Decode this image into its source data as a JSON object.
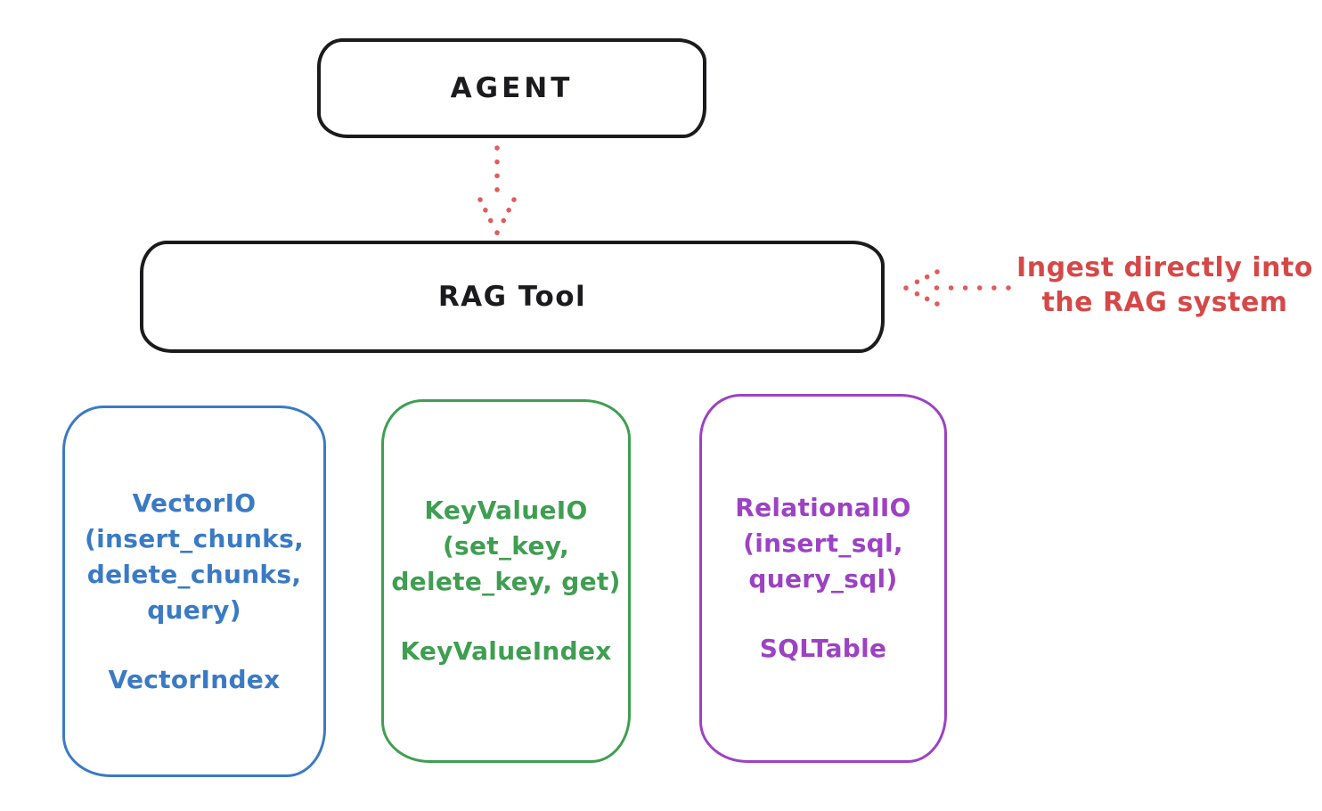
{
  "diagram": {
    "background": "#ffffff",
    "ink_color": "#1b1b1e",
    "nodes": {
      "agent": {
        "label": "AGENT",
        "color": "#1b1b1e"
      },
      "rag_tool": {
        "label": "RAG Tool",
        "color": "#1b1b1e"
      },
      "vector_io": {
        "lines": [
          "VectorIO",
          "(insert_chunks,",
          "delete_chunks,",
          "query)"
        ],
        "footer": "VectorIndex",
        "color": "#3a7ac5"
      },
      "key_value_io": {
        "lines": [
          "KeyValueIO",
          "(set_key,",
          "delete_key, get)"
        ],
        "footer": "KeyValueIndex",
        "color": "#3f9e51"
      },
      "relational_io": {
        "lines": [
          "RelationalIO",
          "(insert_sql,",
          "query_sql)"
        ],
        "footer": "SQLTable",
        "color": "#9c42c3"
      }
    },
    "annotation": {
      "line1": "Ingest directly into",
      "line2": "the RAG system",
      "color": "#d64848"
    },
    "arrows": {
      "color": "#e05c5c",
      "agent_to_rag": "dotted-down-arrow",
      "annotation_to_rag": "dotted-left-arrow"
    }
  }
}
